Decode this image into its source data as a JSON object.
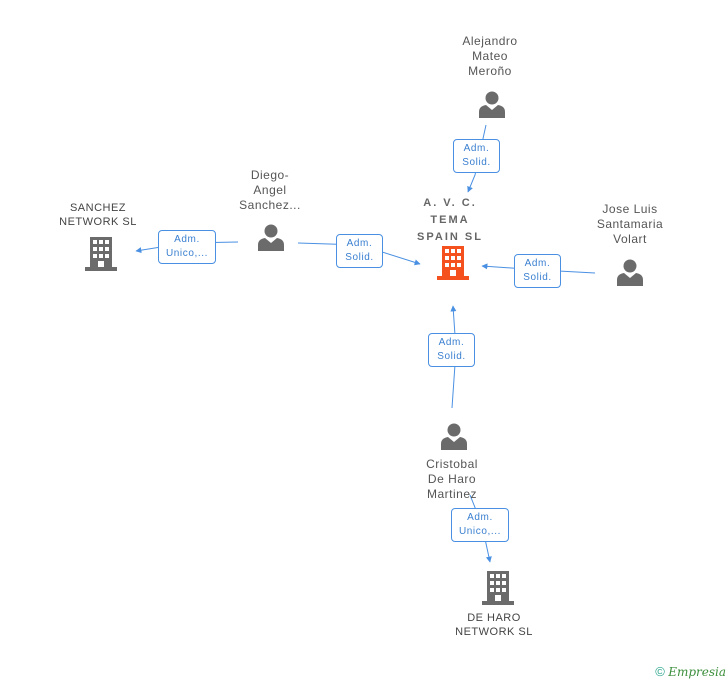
{
  "center": {
    "name": "A. V. C.\nTEMA\nSPAIN SL",
    "icon": "building-icon",
    "color": "#f4511e"
  },
  "people": [
    {
      "id": "alejandro",
      "name": "Alejandro\nMateo\nMeroño",
      "icon": "person-icon"
    },
    {
      "id": "diego",
      "name": "Diego-\nAngel\nSanchez...",
      "icon": "person-icon"
    },
    {
      "id": "jose",
      "name": "Jose Luis\nSantamaria\nVolart",
      "icon": "person-icon"
    },
    {
      "id": "cristobal",
      "name": "Cristobal\nDe Haro\nMartinez",
      "icon": "person-icon"
    }
  ],
  "companies": [
    {
      "id": "sanchez",
      "name": "SANCHEZ\nNETWORK SL",
      "icon": "building-icon"
    },
    {
      "id": "deharo",
      "name": "DE HARO\nNETWORK SL",
      "icon": "building-icon"
    }
  ],
  "badges": {
    "alejandro_center": [
      "Adm.",
      "Solid."
    ],
    "diego_center": [
      "Adm.",
      "Solid."
    ],
    "jose_center": [
      "Adm.",
      "Solid."
    ],
    "cristobal_center": [
      "Adm.",
      "Solid."
    ],
    "diego_sanchez": [
      "Adm.",
      "Unico,..."
    ],
    "cristobal_deharo": [
      "Adm.",
      "Unico,..."
    ]
  },
  "colors": {
    "edge": "#4a90e2",
    "node": "#6b6b6b",
    "center": "#f4511e"
  },
  "watermark": {
    "symbol": "©",
    "brand": "Empresia"
  }
}
